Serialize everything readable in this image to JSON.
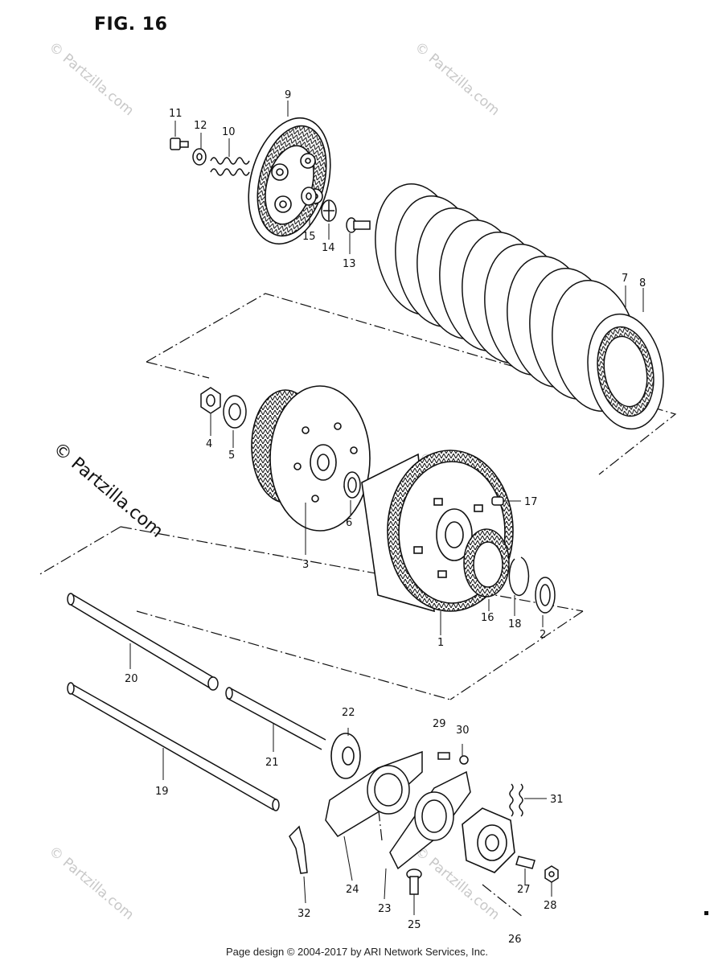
{
  "figure": {
    "title": "FIG. 16"
  },
  "footer": {
    "text": "Page design © 2004-2017 by ARI Network Services, Inc."
  },
  "watermark": {
    "text": "© Partzilla.com"
  },
  "callouts": {
    "c1": "1",
    "c2": "2",
    "c3": "3",
    "c4": "4",
    "c5": "5",
    "c6": "6",
    "c7": "7",
    "c8": "8",
    "c9": "9",
    "c10": "10",
    "c11": "11",
    "c12": "12",
    "c13": "13",
    "c14": "14",
    "c15": "15",
    "c16": "16",
    "c17": "17",
    "c18": "18",
    "c19": "19",
    "c20": "20",
    "c21": "21",
    "c22": "22",
    "c23": "23",
    "c24": "24",
    "c25": "25",
    "c26": "26",
    "c27": "27",
    "c28": "28",
    "c29": "29",
    "c30": "30",
    "c31": "31",
    "c32": "32"
  }
}
